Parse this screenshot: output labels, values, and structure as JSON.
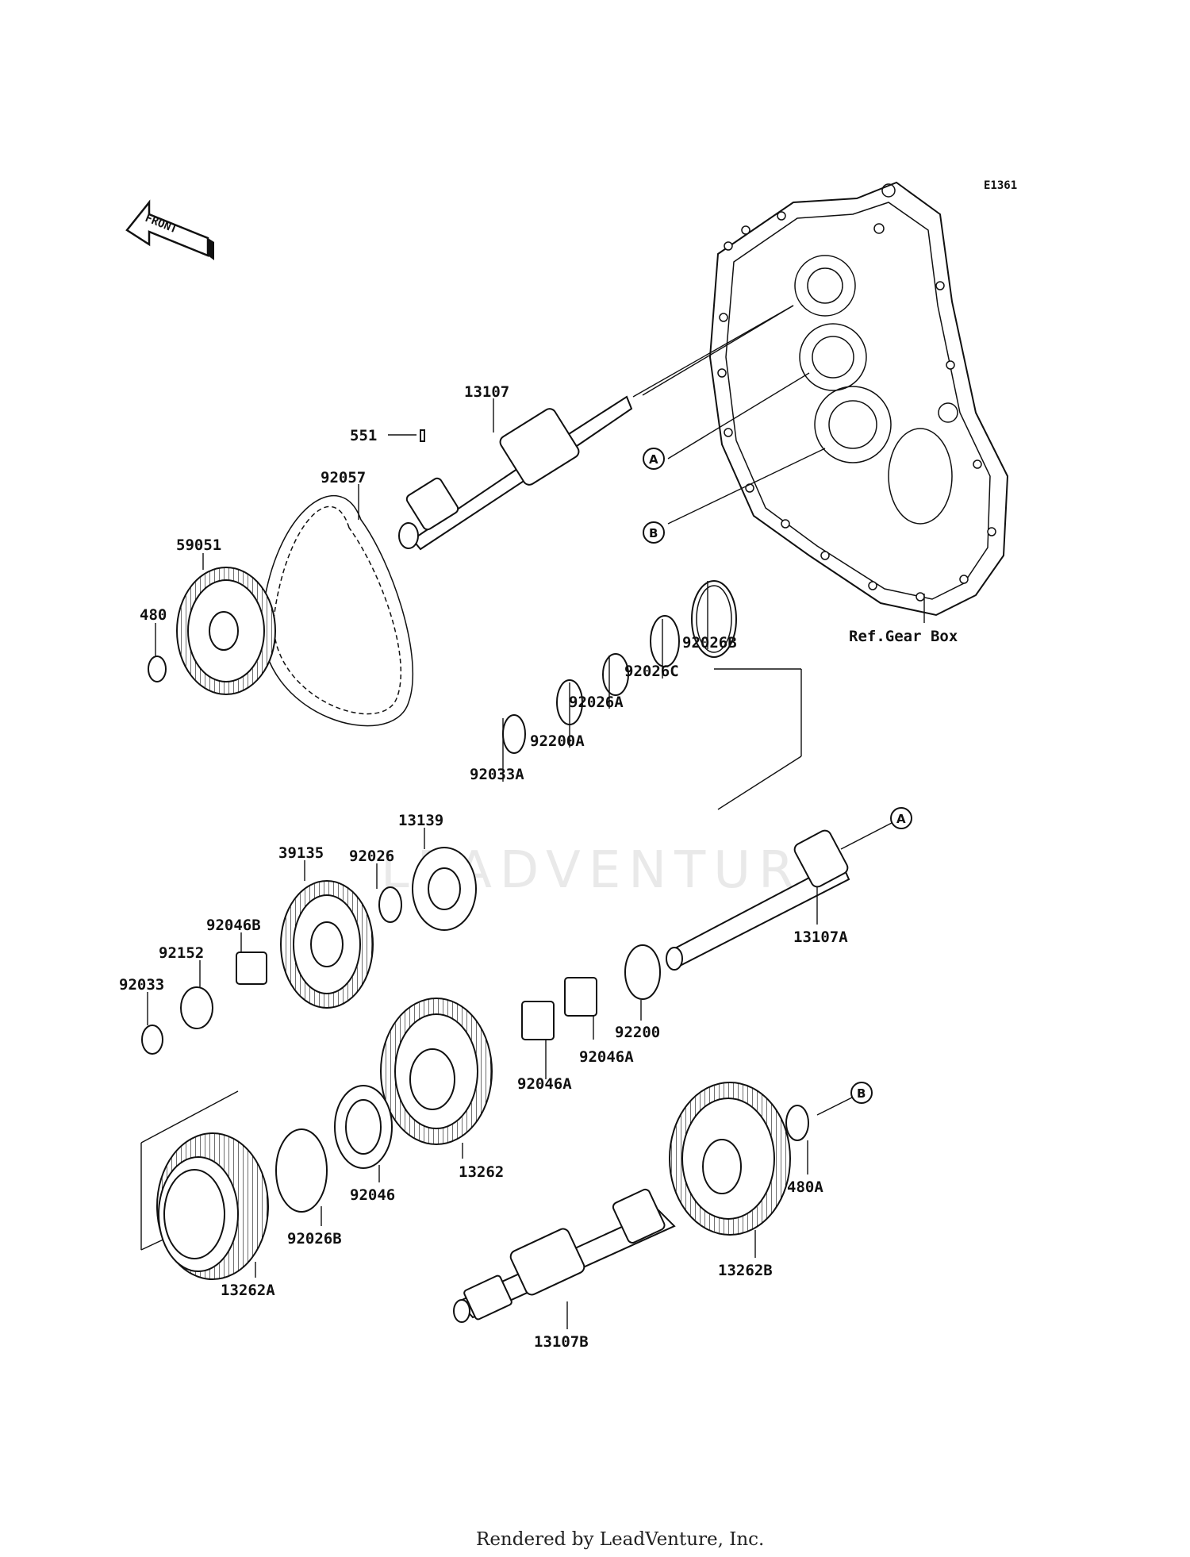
{
  "diagram_code": "E1361",
  "front_label": "FRONT",
  "reference": "Ref.Gear Box",
  "watermark": "LEADVENTURE",
  "footer": "Rendered by LeadVenture, Inc.",
  "callouts": {
    "A": "A",
    "B": "B"
  },
  "parts": [
    "13107",
    "551",
    "92057",
    "59051",
    "480",
    "92026B",
    "92026C",
    "92026A",
    "92200A",
    "92033A",
    "13139",
    "39135",
    "92026",
    "92046B",
    "92152",
    "92033",
    "13107A",
    "92200",
    "92046A",
    "13262",
    "13262A",
    "92026B",
    "92046",
    "480A",
    "13262B",
    "13107B"
  ]
}
